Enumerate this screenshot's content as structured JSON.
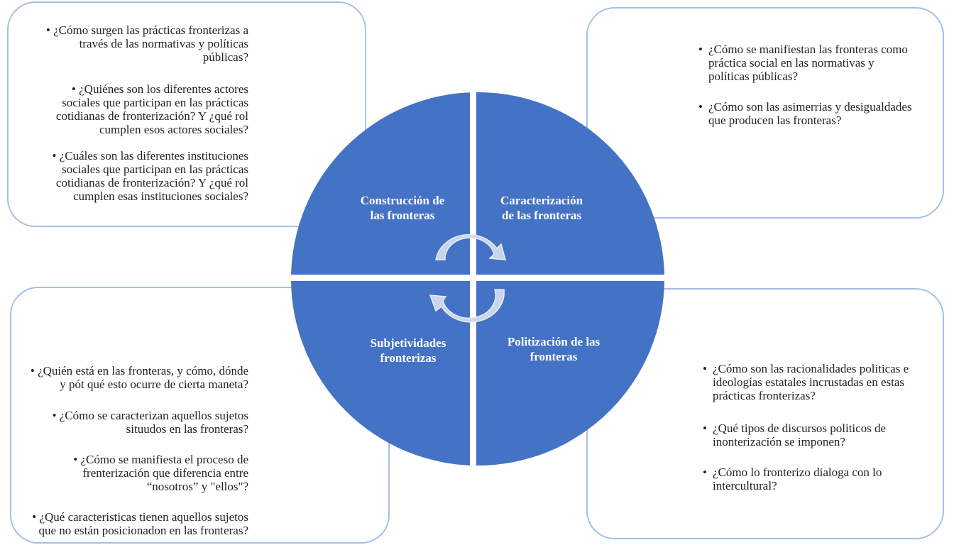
{
  "colors": {
    "quadrant": "#4472c4",
    "box_border": "#a9bde6",
    "arrow": "#c9d5ea"
  },
  "quadrants": [
    {
      "label_lines": [
        "Construcción de",
        "las fronteras"
      ]
    },
    {
      "label_lines": [
        "Caracterización",
        "de las fronteras"
      ]
    },
    {
      "label_lines": [
        "Subjetividades",
        "fronterizas"
      ]
    },
    {
      "label_lines": [
        "Politización de las",
        "fronteras"
      ]
    }
  ],
  "boxes": {
    "top_left": [
      [
        "¿Cómo surgen las prácticas fronterizas a",
        "través de las normativas y políticas",
        "públicas?"
      ],
      [
        "¿Quiénes son los diferentes actores",
        "sociales que participan en las prácticas",
        "cotidianas de fronterización? Y ¿qué rol",
        "cumplen esos actores sociales?"
      ],
      [
        "¿Cuáles son las diferentes instituciones",
        "sociales que participan en las prácticas",
        "cotidianas de fronterización? Y ¿qué rol",
        "cumplen esas instituciones sociales?"
      ]
    ],
    "top_right": [
      [
        "¿Cómo se manifiestan las fronteras como",
        "práctica social en las normativas y",
        "políticas públicas?"
      ],
      [
        "¿Cómo son las asimerrias y desigualdades",
        "que producen las fronteras?"
      ]
    ],
    "bottom_left": [
      [
        "¿Quién está en las fronteras, y cómo, dónde",
        "y pót qué esto ocurre de cierta maneta?"
      ],
      [
        "¿Cómo se caracterizan aquellos sujetos",
        "situudos en las fronteras?"
      ],
      [
        "¿Cómo se manifiesta el proceso de",
        "frenterización que diferencia entre",
        "“nosotros” y \"ellos\"?"
      ],
      [
        "¿Qué caracteristicas tienen aquellos sujetos",
        "que no están posicionadon en las fronteras?"
      ]
    ],
    "bottom_right": [
      [
        "¿Cómo son las racionalidades politicas e",
        "ideologías estatales incrustadas en estas",
        "prácticas fronterizas?"
      ],
      [
        "¿Qué tipos de discursos politicos de",
        "inonterización se imponen?"
      ],
      [
        "¿Cómo lo fronterizo dialoga con lo",
        "intercultural?"
      ]
    ]
  }
}
